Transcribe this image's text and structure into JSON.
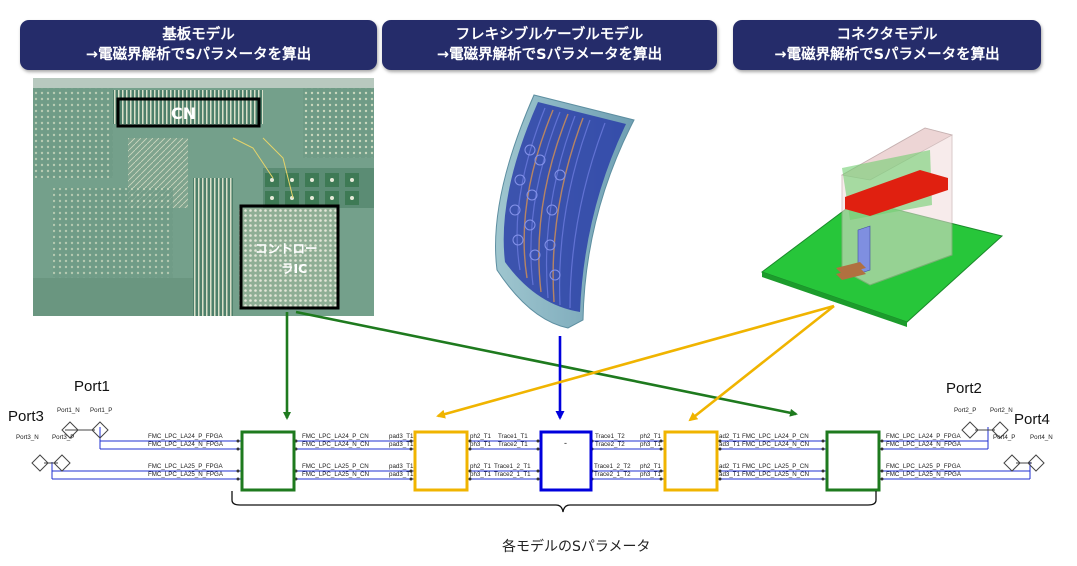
{
  "headers": [
    {
      "line1": "基板モデル",
      "line2": "→電磁界解析でSパラメータを算出"
    },
    {
      "line1": "フレキシブルケーブルモデル",
      "line2": "→電磁界解析でSパラメータを算出"
    },
    {
      "line1": "コネクタモデル",
      "line2": "→電磁界解析でSパラメータを算出"
    }
  ],
  "pcb": {
    "cn_label": "CN",
    "ic_label_1": "コントロー",
    "ic_label_2": "ラIC"
  },
  "ports": {
    "port1": "Port1",
    "port2": "Port2",
    "port3": "Port3",
    "port4": "Port4"
  },
  "pins": {
    "p1n": "Port1_N",
    "p1p": "Port1_P",
    "p3n": "Port3_N",
    "p3p": "Port3_P",
    "p2p": "Port2_P",
    "p2n": "Port2_N",
    "p4p": "Port4_P",
    "p4n": "Port4_N"
  },
  "nets": {
    "l1": "FMC_LPC_LA24_P_FPGA",
    "l2": "FMC_LPC_LA24_N_FPGA",
    "l3": "FMC_LPC_LA25_P_FPGA",
    "l4": "FMC_LPC_LA25_N_FPGA",
    "m1": "FMC_LPC_LA24_P_CN",
    "m2": "FMC_LPC_LA24_N_CN",
    "m3": "FMC_LPC_LA25_P_CN",
    "m4": "FMC_LPC_LA25_N_CN",
    "a1": "pad3_T1",
    "a2": "pad3_T1",
    "a3": "pad3_T1",
    "a4": "pad3_T1",
    "b1": "ph2_T1",
    "b2": "ph3_T1",
    "b3": "ph2_T1",
    "b4": "ph3_T1",
    "c1": "Trace1_T1",
    "c2": "Trace2_T1",
    "c3": "Trace1_2_T1",
    "c4": "Trace2_1_T1",
    "d1": "Trace1_T2",
    "d2": "Trace2_T2",
    "d3": "Trace1_2_T2",
    "d4": "Trace2_1_T2",
    "e1": "ph2_T1",
    "e2": "ph3_T1",
    "e3": "ph2_T1",
    "e4": "ph3_T1",
    "f1": "ad2_T1",
    "f2": "ad3_T1",
    "f3": "ad2_T1",
    "f4": "ad3_T1",
    "g1": "FMC_LPC_LA24_P_CN",
    "g2": "FMC_LPC_LA24_N_CN",
    "g3": "FMC_LPC_LA25_P_CN",
    "g4": "FMC_LPC_LA25_N_CN",
    "h1": "FMC_LPC_LA24_P_FPGA",
    "h2": "FMC_LPC_LA24_N_FPGA",
    "h3": "FMC_LPC_LA25_P_FPGA",
    "h4": "FMC_LPC_LA25_N_FPGA"
  },
  "flex_block_mark": "-",
  "caption": "各モデルのSパラメータ",
  "colors": {
    "header_bg": "#252c6a",
    "green": "#1e7a1e",
    "yellow": "#f0b400",
    "blue": "#0000dd"
  }
}
